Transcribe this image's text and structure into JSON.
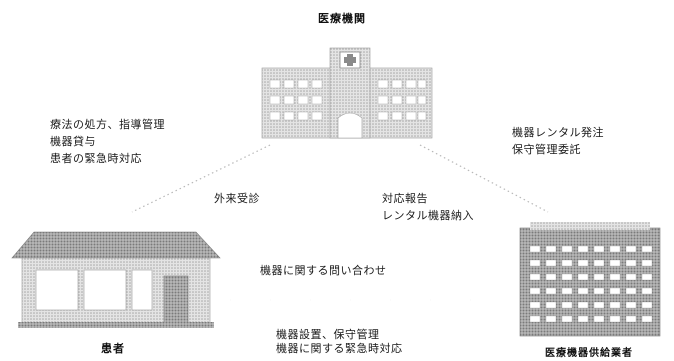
{
  "nodes": {
    "medical_institution": {
      "label": "医療機関",
      "icon": "hospital-icon"
    },
    "patient": {
      "label": "患者",
      "icon": "house-icon"
    },
    "supplier": {
      "label": "医療機器供給業者",
      "icon": "office-building-icon"
    }
  },
  "relations": {
    "institution_to_patient": [
      "療法の処方、指導管理",
      "機器貸与",
      "患者の緊急時対応"
    ],
    "patient_to_institution": [
      "外来受診"
    ],
    "institution_to_supplier": [
      "機器レンタル発注",
      "保守管理委託"
    ],
    "supplier_to_institution": [
      "対応報告",
      "レンタル機器納入"
    ],
    "patient_to_supplier": [
      "機器に関する問い合わせ"
    ],
    "supplier_to_patient": [
      "機器設置、保守管理",
      "機器に関する緊急時対応"
    ]
  },
  "colors": {
    "line": "#b8b8b8",
    "building_fill": "#d0d0d0",
    "building_stroke": "#9a9a9a",
    "text": "#1a1a1a"
  }
}
